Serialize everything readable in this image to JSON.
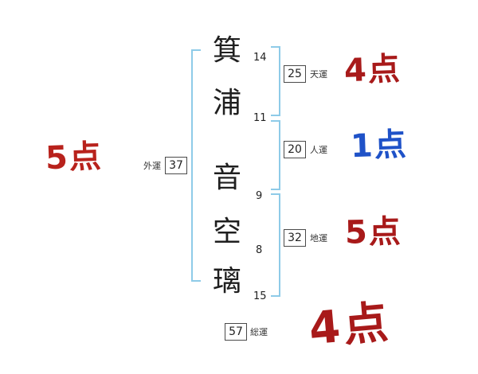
{
  "name_chars": [
    {
      "char": "箕",
      "strokes": "14"
    },
    {
      "char": "浦",
      "strokes": "11"
    },
    {
      "char": "音",
      "strokes": "9"
    },
    {
      "char": "空",
      "strokes": "8"
    },
    {
      "char": "璃",
      "strokes": "15"
    }
  ],
  "fortunes": {
    "tenun": {
      "label": "天運",
      "value": "25",
      "score": "4点",
      "score_color": "#a81a1a"
    },
    "jinun": {
      "label": "人運",
      "value": "20",
      "score": "1点",
      "score_color": "#1f52c8"
    },
    "chiun": {
      "label": "地運",
      "value": "32",
      "score": "5点",
      "score_color": "#a81a1a"
    },
    "gaiun": {
      "label": "外運",
      "value": "37",
      "score": "5点",
      "score_color": "#b8221c"
    },
    "soun": {
      "label": "総運",
      "value": "57",
      "score": "4点",
      "score_color": "#a81a1a"
    }
  },
  "colors": {
    "bracket": "#8ecbe8",
    "red": "#a81a1a",
    "blue": "#1f52c8",
    "ink": "#1f1f1f"
  }
}
